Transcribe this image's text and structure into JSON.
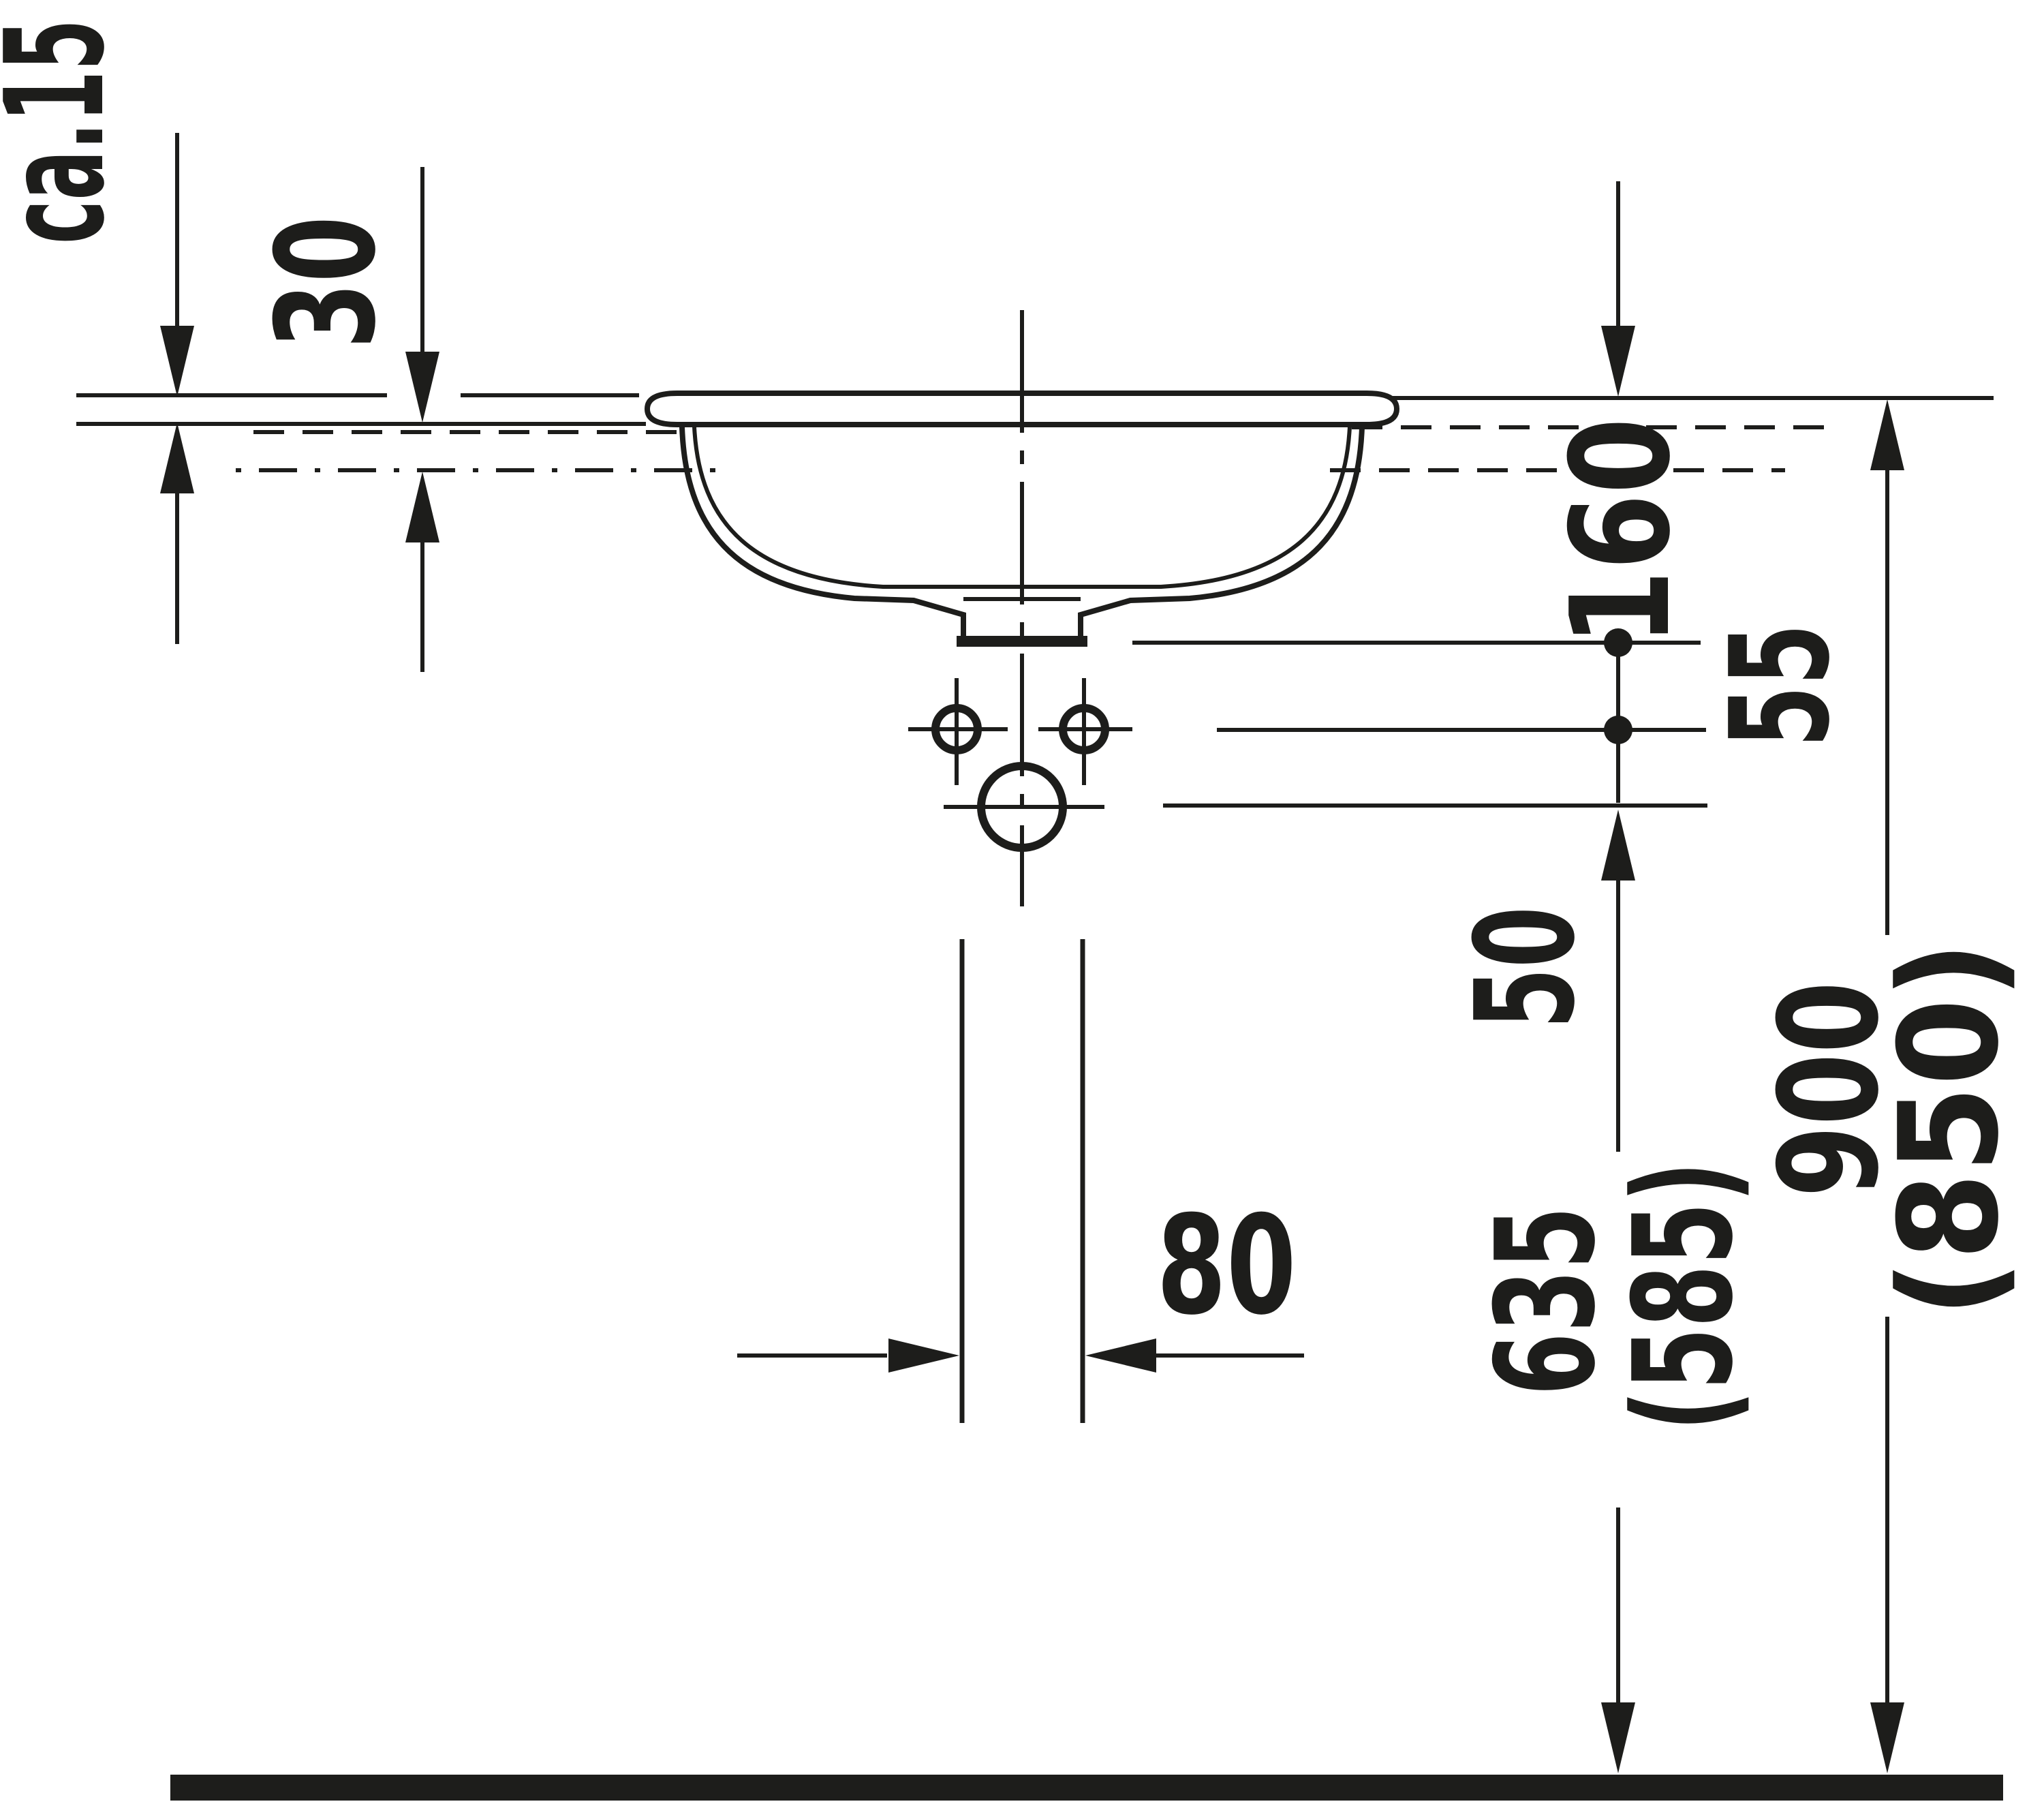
{
  "drawing": {
    "kind_note": "sectional installation drawing of a countertop washbasin with dimension lines",
    "colors": {
      "ink": "#1d1d1b",
      "background": "#ffffff"
    },
    "labels": {
      "rim_height": "ca.15",
      "counter_thickness": "30",
      "outlet_depth": "160",
      "tap_hole_offset": "55",
      "tap_hole_gap": "50",
      "waste_pipe_width": "80",
      "outlet_height": "635",
      "outlet_height_alt": "(585)",
      "rim_level": "900",
      "rim_level_alt": "(850)"
    }
  }
}
